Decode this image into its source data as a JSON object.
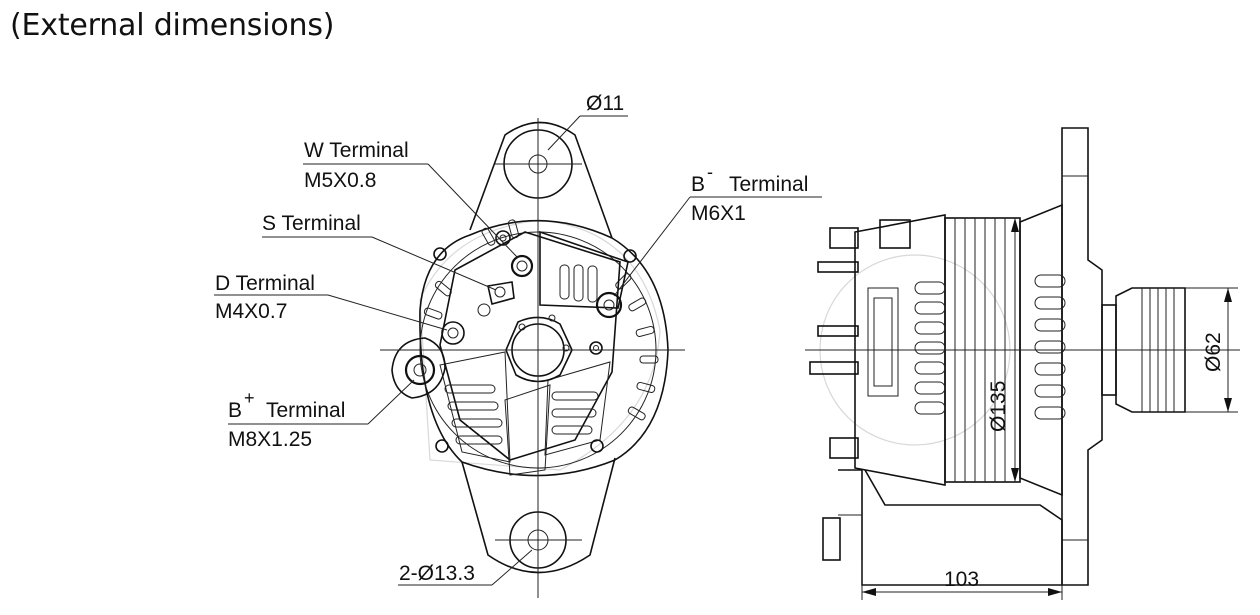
{
  "title": "(External dimensions)",
  "callouts": {
    "hole_top": "Ø11",
    "w_terminal": "W Terminal",
    "w_thread": "M5X0.8",
    "s_terminal": "S Terminal",
    "d_terminal": "D Terminal",
    "d_thread": "M4X0.7",
    "b_plus_terminal": "Terminal",
    "b_plus_sup": "+",
    "b_plus_prefix": "B",
    "b_plus_thread": "M8X1.25",
    "b_minus_prefix": "B",
    "b_minus_sup": "-",
    "b_minus_terminal": "Terminal",
    "b_minus_thread": "M6X1",
    "hole_bottom": "2-Ø13.3"
  },
  "dimensions": {
    "body_diameter": "Ø135",
    "pulley_diameter": "Ø62",
    "length": "103"
  }
}
